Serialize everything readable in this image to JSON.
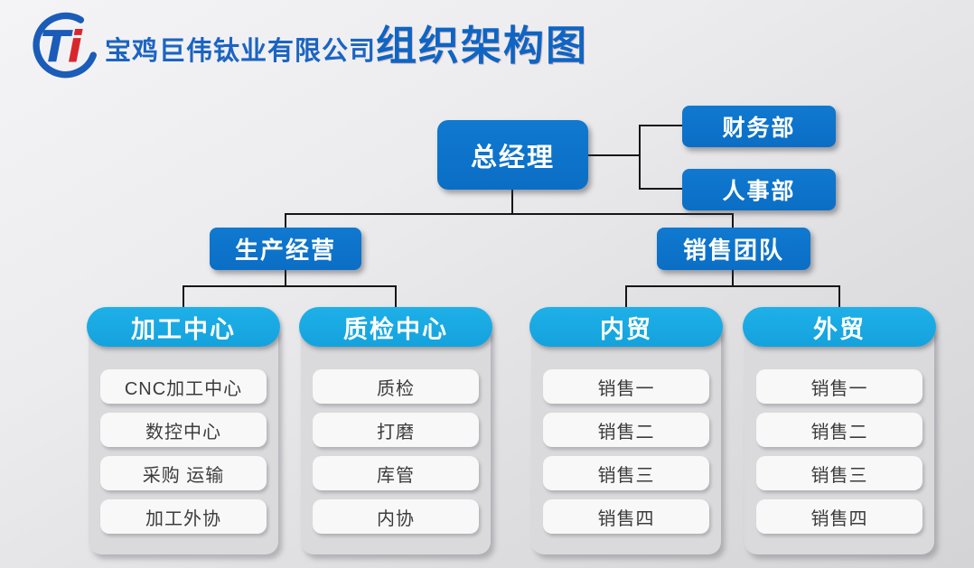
{
  "header": {
    "logo_alt": "Ti",
    "company": "宝鸡巨伟钛业有限公司",
    "title": "组织架构图"
  },
  "colors": {
    "node_blue": "#0b6ec5",
    "pill_cyan": "#17a6e0",
    "title_blue": "#0e65c4",
    "company_blue": "#1b64c2",
    "logo_red": "#d9262c",
    "connector": "#161616",
    "panel_gray": "#dadadc"
  },
  "org": {
    "root": {
      "label": "总经理"
    },
    "staff": [
      {
        "label": "财务部"
      },
      {
        "label": "人事部"
      }
    ],
    "branches": [
      {
        "label": "生产经营",
        "groups": [
          {
            "label": "加工中心",
            "items": [
              "CNC加工中心",
              "数控中心",
              "采购 运输",
              "加工外协"
            ]
          },
          {
            "label": "质检中心",
            "items": [
              "质检",
              "打磨",
              "库管",
              "内协"
            ]
          }
        ]
      },
      {
        "label": "销售团队",
        "groups": [
          {
            "label": "内贸",
            "items": [
              "销售一",
              "销售二",
              "销售三",
              "销售四"
            ]
          },
          {
            "label": "外贸",
            "items": [
              "销售一",
              "销售二",
              "销售三",
              "销售四"
            ]
          }
        ]
      }
    ]
  }
}
